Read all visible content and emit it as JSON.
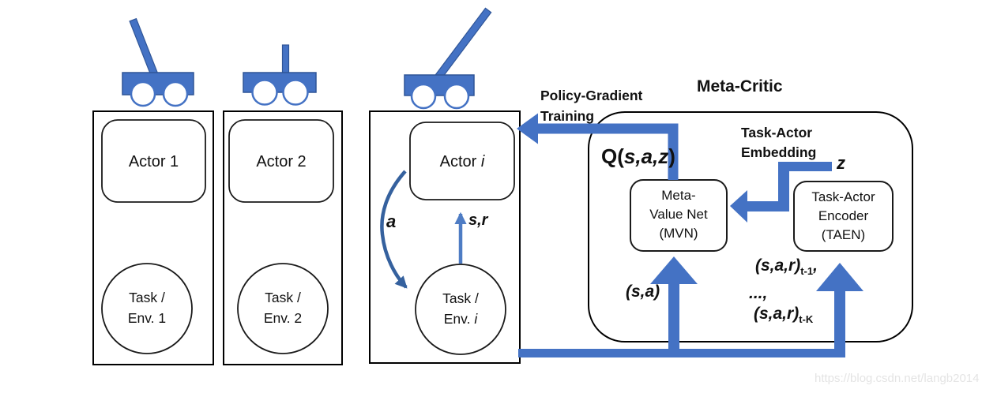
{
  "diagram": {
    "type": "architecture-diagram",
    "title": "Meta-Critic",
    "colors": {
      "accent_blue": "#4472C4",
      "accent_blue_dark": "#2F5597",
      "thin_arrow_blue": "#35619E",
      "light_arrow_blue": "#4E7CC4",
      "outline_black": "#000000",
      "watermark_gray": "#E4E4E4"
    },
    "agents": [
      {
        "actor_label": "Actor 1",
        "env_line1": "Task /",
        "env_line2": "Env. 1"
      },
      {
        "actor_label": "Actor 2",
        "env_line1": "Task /",
        "env_line2": "Env. 2"
      },
      {
        "actor_prefix": "Actor ",
        "actor_italic": "i",
        "env_line1": "Task /",
        "env_line2_prefix": "Env. ",
        "env_line2_italic": "i"
      }
    ],
    "labels": {
      "policy_gradient_line1": "Policy-Gradient",
      "policy_gradient_line2": "Training",
      "q_prefix": "Q(",
      "q_args": "s,a,z",
      "q_suffix": ")",
      "task_actor_embedding_line1": "Task-Actor",
      "task_actor_embedding_line2": "Embedding",
      "z": "z",
      "a": "a",
      "sr": "s,r",
      "sa": "(s,a)",
      "sar_t1_base": "(s,a,r)",
      "sar_t1_sub": "t-1",
      "sar_t1_trail": ",",
      "dots": "...,",
      "sar_tk_base": "(s,a,r)",
      "sar_tk_sub": "t-K"
    },
    "nodes": {
      "mvn_line1": "Meta-",
      "mvn_line2": "Value Net",
      "mvn_line3": "(MVN)",
      "taen_line1": "Task-Actor",
      "taen_line2": "Encoder",
      "taen_line3": "(TAEN)"
    },
    "watermark": "https://blog.csdn.net/langb2014"
  }
}
